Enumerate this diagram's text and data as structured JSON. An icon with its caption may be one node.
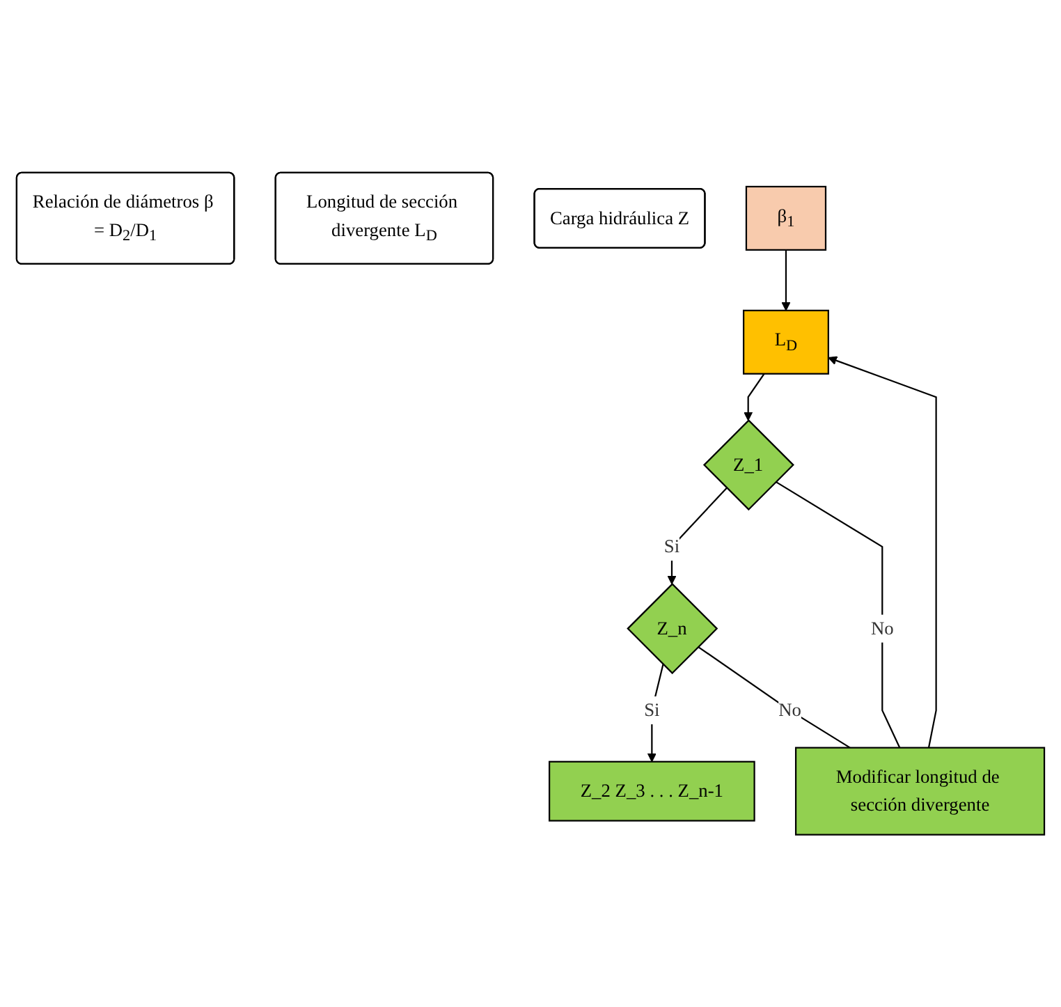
{
  "diagram": {
    "nodes": [
      {
        "text": [
          "Relación de diámetros β = D$_{2}$/D$_{1}$"
        ]
      },
      {
        "text": [
          "Longitud de sección divergente L$_{D}$"
        ]
      },
      {
        "text": [
          "Carga hidráulica Z"
        ]
      },
      {
        "text": [
          "β$_{1}$"
        ]
      },
      {
        "text": [
          "L$_{D}$"
        ]
      },
      {
        "text": [
          "Z_1"
        ]
      },
      {
        "text": [
          "Z_n"
        ]
      },
      {
        "text": [
          "Z_2 Z_3 . . . Z_n-1"
        ]
      },
      {
        "text": [
          "Modificar longitud de sección divergente"
        ]
      }
    ],
    "edges": [
      {
        "from": 3,
        "to": 4,
        "arrow": "to"
      },
      {
        "from": 4,
        "to": 5,
        "arrow": "to"
      },
      {
        "from": 5,
        "to": 6,
        "label": "Si",
        "arrow": "to"
      },
      {
        "from": 6,
        "to": 7,
        "label": "Si",
        "arrow": "to"
      },
      {
        "from": 5,
        "to": 8,
        "label": "No",
        "arrow": "none"
      },
      {
        "from": 6,
        "to": 8,
        "label": "No",
        "arrow": "none"
      },
      {
        "from": 8,
        "to": 4,
        "arrow": "to"
      }
    ]
  }
}
